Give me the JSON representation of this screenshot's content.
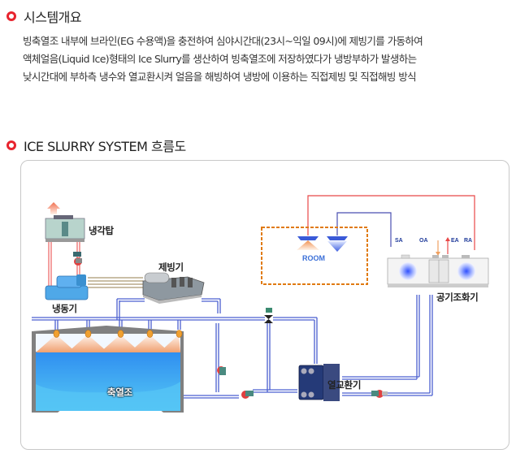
{
  "overview": {
    "title": "시스템개요",
    "lines": [
      "빙축열조 내부에 브라인(EG 수용액)을 충전하여 심야시간대(23시~익일 09시)에 제빙기를 가동하여",
      "액체얼음(Liquid Ice)형태의 Ice Slurry를 생산하여 빙축열조에 저장하였다가 냉방부하가 발생하는",
      "낮시간대에 부하측 냉수와 열교환시켜 얼음을 해빙하여 냉방에 이용하는 직접제빙 및 직접해빙 방식"
    ]
  },
  "flow": {
    "title": "ICE SLURRY SYSTEM 흐름도",
    "labels": {
      "cooling_tower": "냉각탑",
      "chiller": "냉동기",
      "ice_maker": "제빙기",
      "storage_tank": "축열조",
      "heat_exchanger": "열교환기",
      "ahu": "공기조화기",
      "room": "ROOM",
      "sa": "SA",
      "oa": "OA",
      "ea": "EA",
      "ra": "RA"
    }
  },
  "colors": {
    "bullet": "#e8242e",
    "pipe_blue": "#4a5fd0",
    "pipe_red": "#e84848",
    "room_border": "#e07a10",
    "water": "#3aa0f0"
  }
}
